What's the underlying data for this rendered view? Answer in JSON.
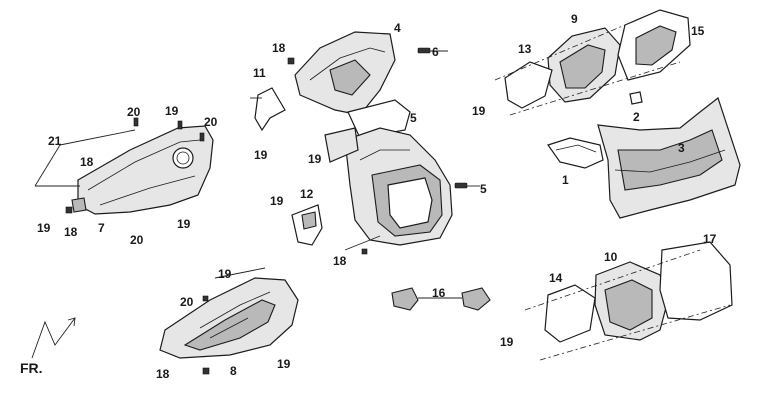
{
  "diagram": {
    "callouts": [
      "1",
      "2",
      "3",
      "4",
      "5",
      "5",
      "6",
      "7",
      "8",
      "9",
      "10",
      "11",
      "12",
      "13",
      "14",
      "15",
      "16",
      "17",
      "18",
      "18",
      "18",
      "18",
      "18",
      "19",
      "19",
      "19",
      "19",
      "19",
      "19",
      "19",
      "19",
      "19",
      "19",
      "20",
      "20",
      "20",
      "20",
      "21"
    ],
    "orientation_label": "FR."
  }
}
